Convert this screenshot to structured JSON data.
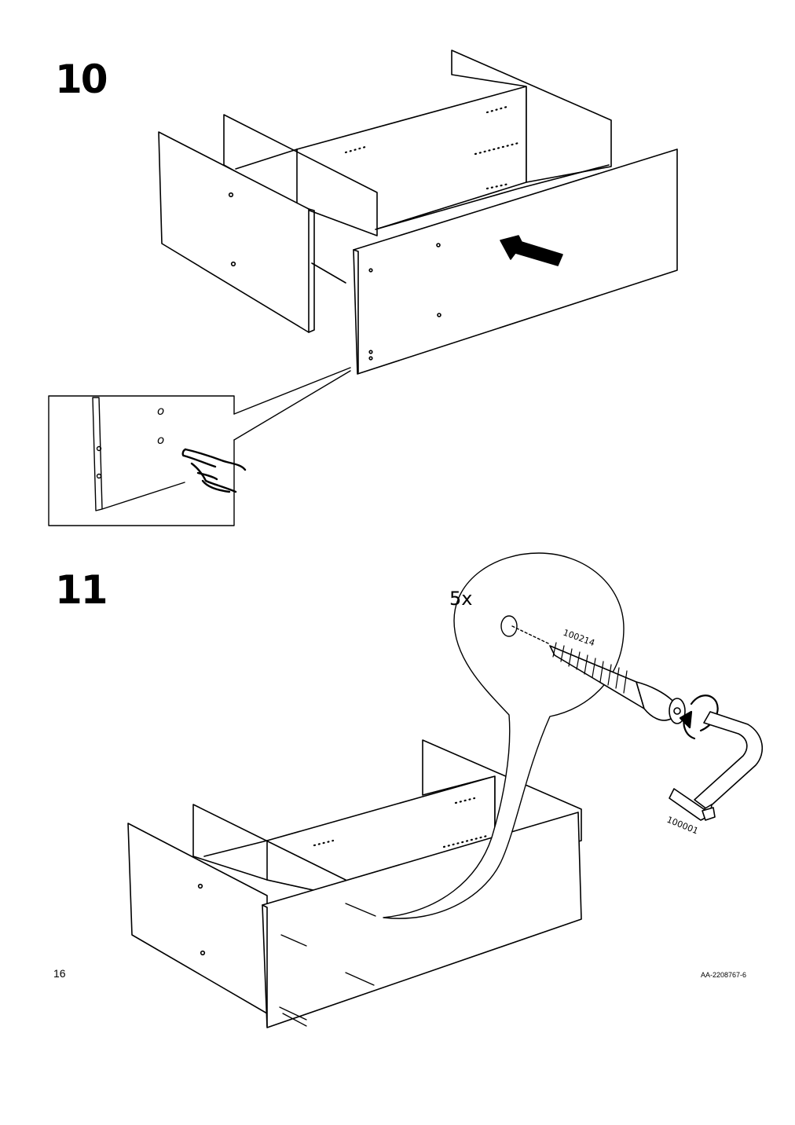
{
  "steps": [
    {
      "number": "10"
    },
    {
      "number": "11"
    }
  ],
  "step11_callout": {
    "quantity": "5x",
    "screw_part_number": "100214",
    "tool_part_number": "100001"
  },
  "footer": {
    "page_number": "16",
    "document_code": "AA-2208767-6"
  },
  "colors": {
    "ink": "#000000",
    "paper": "#ffffff"
  }
}
